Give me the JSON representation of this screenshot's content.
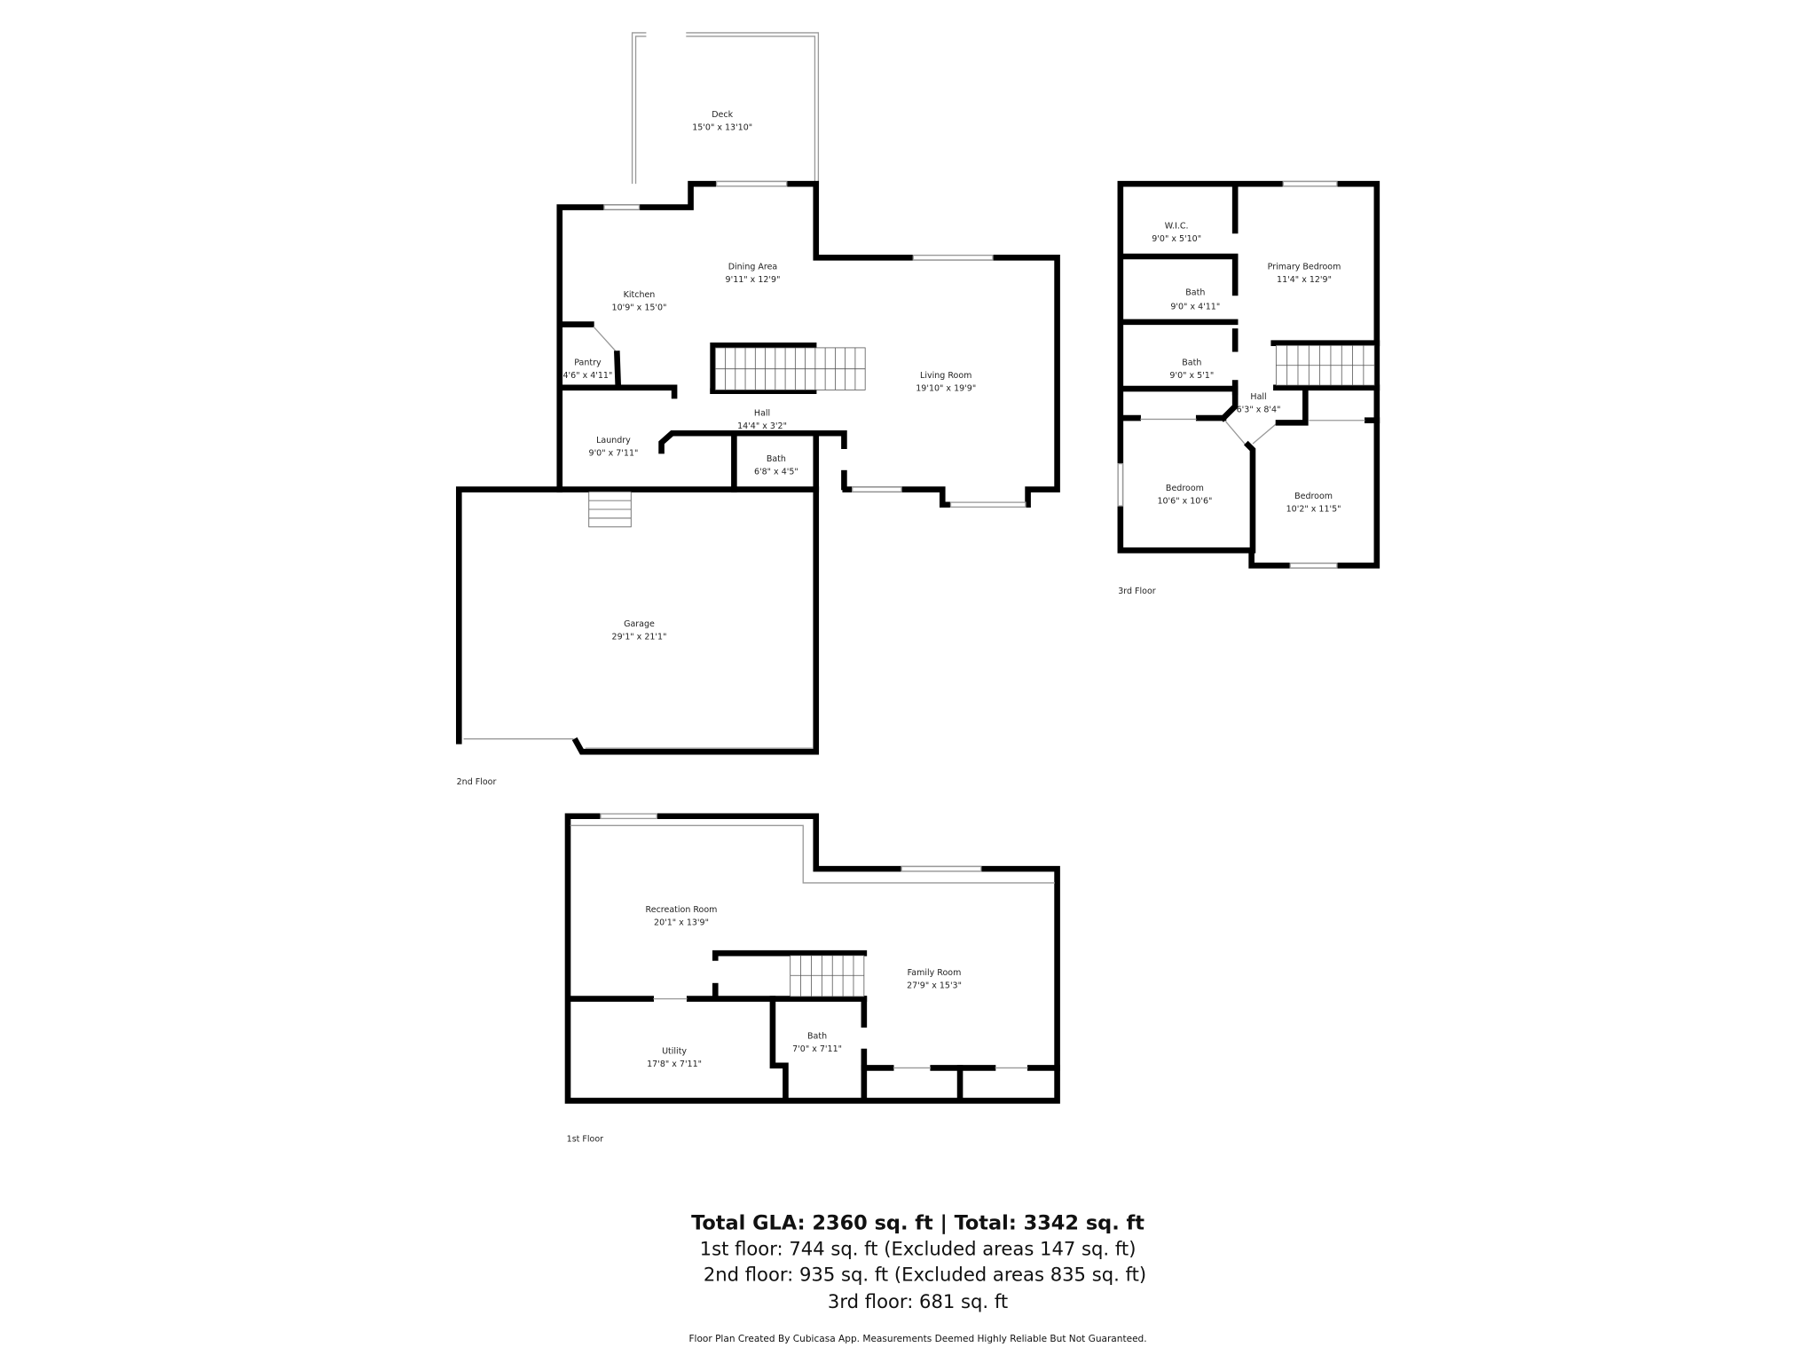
{
  "floors": {
    "second": {
      "label": "2nd Floor",
      "rooms": [
        {
          "name": "Deck",
          "dims": "15'0\" x 13'10\""
        },
        {
          "name": "Dining Area",
          "dims": "9'11\" x 12'9\""
        },
        {
          "name": "Kitchen",
          "dims": "10'9\" x 15'0\""
        },
        {
          "name": "Pantry",
          "dims": "4'6\" x 4'11\""
        },
        {
          "name": "Living Room",
          "dims": "19'10\" x 19'9\""
        },
        {
          "name": "Hall",
          "dims": "14'4\" x 3'2\""
        },
        {
          "name": "Laundry",
          "dims": "9'0\" x 7'11\""
        },
        {
          "name": "Bath",
          "dims": "6'8\" x 4'5\""
        },
        {
          "name": "Garage",
          "dims": "29'1\" x 21'1\""
        }
      ]
    },
    "third": {
      "label": "3rd Floor",
      "rooms": [
        {
          "name": "W.I.C.",
          "dims": "9'0\" x 5'10\""
        },
        {
          "name": "Primary Bedroom",
          "dims": "11'4\" x 12'9\""
        },
        {
          "name": "Bath",
          "dims": "9'0\" x 4'11\""
        },
        {
          "name": "Bath",
          "dims": "9'0\" x 5'1\""
        },
        {
          "name": "Hall",
          "dims": "6'3\" x 8'4\""
        },
        {
          "name": "Bedroom",
          "dims": "10'6\" x 10'6\""
        },
        {
          "name": "Bedroom",
          "dims": "10'2\" x 11'5\""
        }
      ]
    },
    "first": {
      "label": "1st Floor",
      "rooms": [
        {
          "name": "Recreation Room",
          "dims": "20'1\" x 13'9\""
        },
        {
          "name": "Family Room",
          "dims": "27'9\" x 15'3\""
        },
        {
          "name": "Utility",
          "dims": "17'8\" x 7'11\""
        },
        {
          "name": "Bath",
          "dims": "7'0\" x 7'11\""
        }
      ]
    }
  },
  "summary": {
    "total": "Total GLA: 2360 sq. ft | Total: 3342 sq. ft",
    "first": "1st floor: 744 sq. ft (Excluded areas 147 sq. ft)",
    "second": "2nd floor: 935 sq. ft (Excluded areas 835 sq. ft)",
    "third": "3rd floor: 681 sq. ft"
  },
  "disclaimer": "Floor Plan Created By Cubicasa App. Measurements Deemed Highly Reliable But Not Guaranteed."
}
